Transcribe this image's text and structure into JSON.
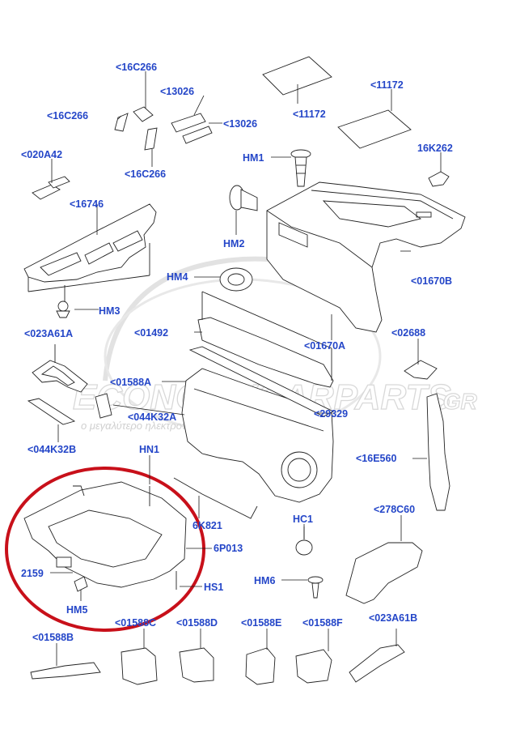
{
  "watermark": {
    "brand": "ECONOMYCARPARTS",
    "tld": ".GR",
    "tagline": "ο μεγαλύτερο ηλεκτρονικό κατάστημα ανταλλακτικών"
  },
  "callout_color": "#2446c8",
  "highlight_color": "#c8101a",
  "labels": {
    "l16C266_top": "<16C266",
    "l13026_top": "<13026",
    "l11172_top": "<11172",
    "l16C266_mid": "<16C266",
    "l13026_mid": "<13026",
    "l11172_mid": "<11172",
    "l16C266_bot": "<16C266",
    "l020A42": "<020A42",
    "lHM1": "HM1",
    "l16K262": "16K262",
    "l16746": "<16746",
    "lHM2": "HM2",
    "l01670B": "<01670B",
    "lHM4": "HM4",
    "lHM3": "HM3",
    "l023A61A": "<023A61A",
    "l01492": "<01492",
    "l02688": "<02688",
    "l01670A": "<01670A",
    "l01588A": "<01588A",
    "l044K32A": "<044K32A",
    "l29329": "<29329",
    "l044K32B": "<044K32B",
    "lHN1": "HN1",
    "l16E560": "<16E560",
    "l278C60": "<278C60",
    "l6K821": "6K821",
    "lHC1": "HC1",
    "l6P013": "6P013",
    "l2159": "2159",
    "lHM6": "HM6",
    "lHS1": "HS1",
    "lHM5": "HM5",
    "l01588B": "<01588B",
    "l01588C": "<01588C",
    "l01588D": "<01588D",
    "l01588E": "<01588E",
    "l01588F": "<01588F",
    "l023A61B": "<023A61B"
  }
}
